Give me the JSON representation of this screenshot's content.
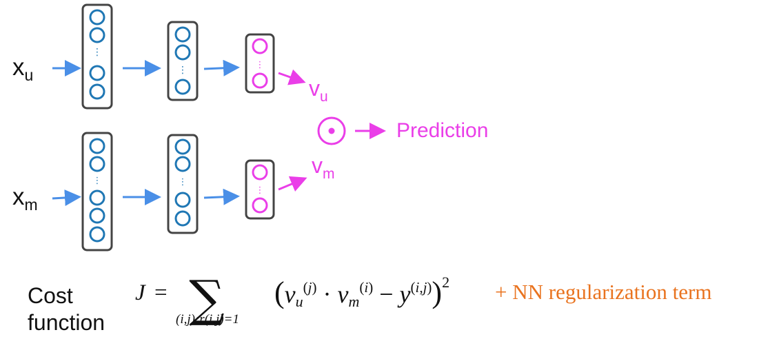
{
  "inputs": {
    "user": {
      "base": "x",
      "sub": "u"
    },
    "movie": {
      "base": "x",
      "sub": "m"
    }
  },
  "outputs": {
    "user": {
      "base": "v",
      "sub": "u"
    },
    "movie": {
      "base": "v",
      "sub": "m"
    }
  },
  "prediction_label": "Prediction",
  "cost": {
    "label_line1": "Cost",
    "label_line2": "function",
    "J": "J",
    "equals": "=",
    "sum_symbol": "∑",
    "sum_index": "(i,j):r(i,j)=1",
    "regularization": "+ NN regularization  term",
    "squared": "2"
  },
  "colors": {
    "neuron_blue": "#1f77b4",
    "output_magenta": "#ea3ee8",
    "arrow_blue": "#4a8fe7",
    "regularization_orange": "#e9731f",
    "box_border": "#444444"
  }
}
